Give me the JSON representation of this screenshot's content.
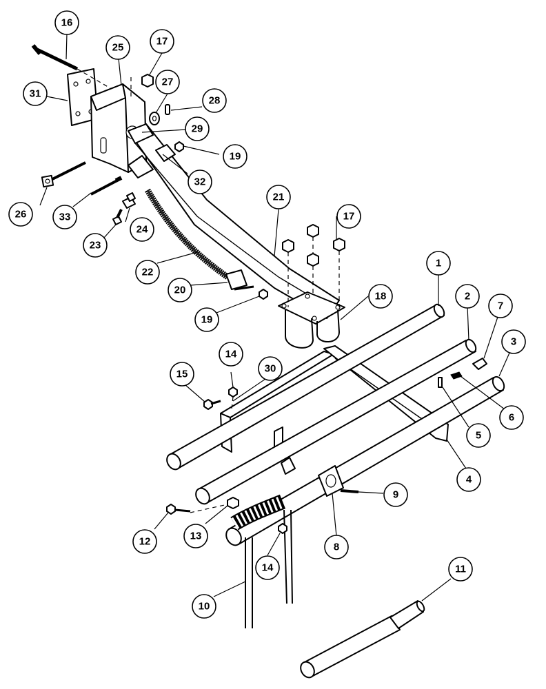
{
  "callouts": [
    {
      "id": "c1",
      "label": "1"
    },
    {
      "id": "c2",
      "label": "2"
    },
    {
      "id": "c3",
      "label": "3"
    },
    {
      "id": "c4",
      "label": "4"
    },
    {
      "id": "c5",
      "label": "5"
    },
    {
      "id": "c6",
      "label": "6"
    },
    {
      "id": "c7",
      "label": "7"
    },
    {
      "id": "c8",
      "label": "8"
    },
    {
      "id": "c9",
      "label": "9"
    },
    {
      "id": "c10",
      "label": "10"
    },
    {
      "id": "c11",
      "label": "11"
    },
    {
      "id": "c12",
      "label": "12"
    },
    {
      "id": "c13",
      "label": "13"
    },
    {
      "id": "c14a",
      "label": "14"
    },
    {
      "id": "c14b",
      "label": "14"
    },
    {
      "id": "c15",
      "label": "15"
    },
    {
      "id": "c16",
      "label": "16"
    },
    {
      "id": "c17a",
      "label": "17"
    },
    {
      "id": "c17b",
      "label": "17"
    },
    {
      "id": "c18",
      "label": "18"
    },
    {
      "id": "c19a",
      "label": "19"
    },
    {
      "id": "c19b",
      "label": "19"
    },
    {
      "id": "c20",
      "label": "20"
    },
    {
      "id": "c21",
      "label": "21"
    },
    {
      "id": "c22",
      "label": "22"
    },
    {
      "id": "c23",
      "label": "23"
    },
    {
      "id": "c24",
      "label": "24"
    },
    {
      "id": "c25",
      "label": "25"
    },
    {
      "id": "c26",
      "label": "26"
    },
    {
      "id": "c27",
      "label": "27"
    },
    {
      "id": "c28",
      "label": "28"
    },
    {
      "id": "c29",
      "label": "29"
    },
    {
      "id": "c30",
      "label": "30"
    },
    {
      "id": "c31",
      "label": "31"
    },
    {
      "id": "c32",
      "label": "32"
    },
    {
      "id": "c33",
      "label": "33"
    }
  ]
}
